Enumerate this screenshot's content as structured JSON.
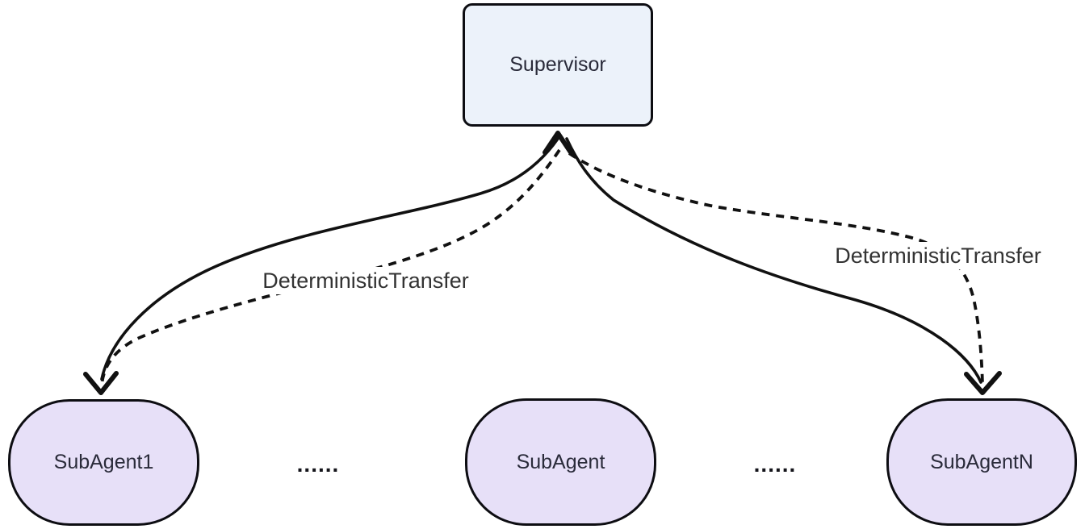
{
  "diagram": {
    "background": "#ffffff",
    "edge_color": "#111111",
    "label_text_color": "#333333",
    "node_border_color": "#0d0d12",
    "nodes": [
      {
        "id": "supervisor",
        "label": "Supervisor",
        "shape": "rounded-rectangle",
        "fill": "#ECF2FA",
        "text_color": "#2a2b3a"
      },
      {
        "id": "subagent1",
        "label": "SubAgent1",
        "shape": "stadium",
        "fill": "#E7E0F8",
        "text_color": "#2a2b3a"
      },
      {
        "id": "subagent",
        "label": "SubAgent",
        "shape": "stadium",
        "fill": "#E7E0F8",
        "text_color": "#2a2b3a"
      },
      {
        "id": "subagentn",
        "label": "SubAgentN",
        "shape": "stadium",
        "fill": "#E7E0F8",
        "text_color": "#2a2b3a"
      }
    ],
    "ellipsis": {
      "left": "......",
      "right": "......"
    },
    "edges": [
      {
        "from": "SubAgent1",
        "to": "Supervisor",
        "style": "solid",
        "label": ""
      },
      {
        "from": "Supervisor",
        "to": "SubAgent1",
        "style": "dashed",
        "label": "DeterministicTransfer"
      },
      {
        "from": "Supervisor",
        "to": "SubAgentN",
        "style": "solid",
        "label": ""
      },
      {
        "from": "SubAgentN",
        "to": "Supervisor",
        "style": "dashed",
        "label": "DeterministicTransfer"
      }
    ]
  }
}
